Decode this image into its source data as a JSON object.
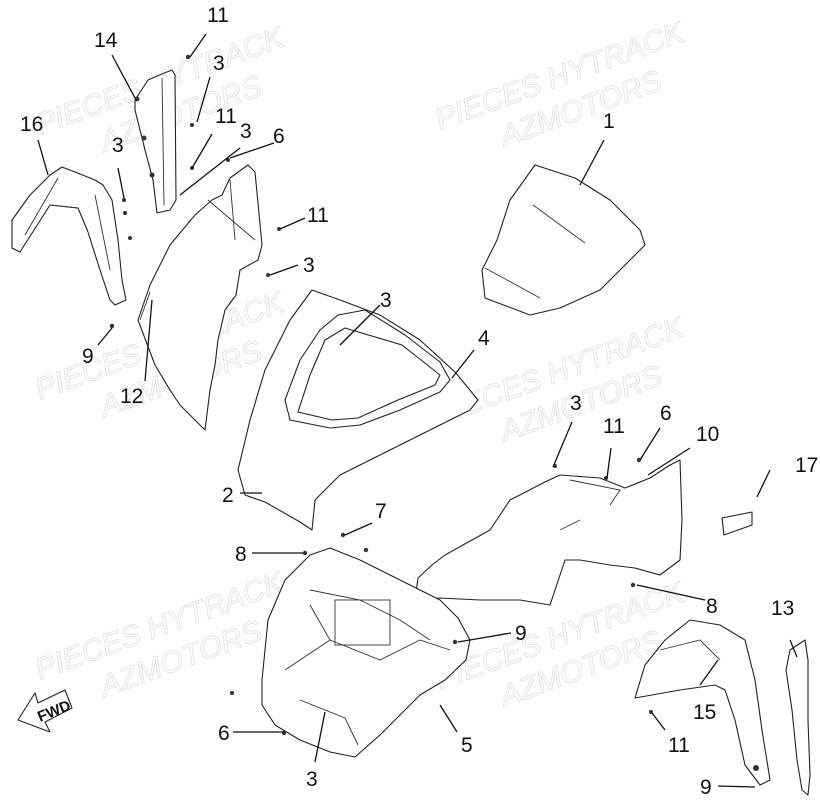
{
  "diagram": {
    "watermarks": [
      {
        "line1": "PIECES HYTRACK",
        "line2": "AZMOTORS"
      },
      {
        "line1": "PIECES HYTRACK",
        "line2": "AZMOTORS"
      },
      {
        "line1": "PIECES HYTRACK",
        "line2": "AZMOTORS"
      },
      {
        "line1": "PIECES HYTRACK",
        "line2": "AZMOTORS"
      },
      {
        "line1": "PIECES HYTRACK",
        "line2": "AZMOTORS"
      },
      {
        "line1": "PIECES HYTRACK",
        "line2": "AZMOTORS"
      }
    ],
    "direction_label": "FWD",
    "callouts": [
      {
        "id": "c1",
        "label": "1"
      },
      {
        "id": "c2",
        "label": "2"
      },
      {
        "id": "c3a",
        "label": "3"
      },
      {
        "id": "c3b",
        "label": "3"
      },
      {
        "id": "c3c",
        "label": "3"
      },
      {
        "id": "c3d",
        "label": "3"
      },
      {
        "id": "c3e",
        "label": "3"
      },
      {
        "id": "c3f",
        "label": "3"
      },
      {
        "id": "c3g",
        "label": "3"
      },
      {
        "id": "c4",
        "label": "4"
      },
      {
        "id": "c5",
        "label": "5"
      },
      {
        "id": "c6a",
        "label": "6"
      },
      {
        "id": "c6b",
        "label": "6"
      },
      {
        "id": "c6c",
        "label": "6"
      },
      {
        "id": "c7",
        "label": "7"
      },
      {
        "id": "c8a",
        "label": "8"
      },
      {
        "id": "c8b",
        "label": "8"
      },
      {
        "id": "c9a",
        "label": "9"
      },
      {
        "id": "c9b",
        "label": "9"
      },
      {
        "id": "c9c",
        "label": "9"
      },
      {
        "id": "c10",
        "label": "10"
      },
      {
        "id": "c11a",
        "label": "11"
      },
      {
        "id": "c11b",
        "label": "11"
      },
      {
        "id": "c11c",
        "label": "11"
      },
      {
        "id": "c11d",
        "label": "11"
      },
      {
        "id": "c11e",
        "label": "11"
      },
      {
        "id": "c12",
        "label": "12"
      },
      {
        "id": "c13",
        "label": "13"
      },
      {
        "id": "c14",
        "label": "14"
      },
      {
        "id": "c15",
        "label": "15"
      },
      {
        "id": "c16",
        "label": "16"
      },
      {
        "id": "c17",
        "label": "17"
      }
    ]
  }
}
